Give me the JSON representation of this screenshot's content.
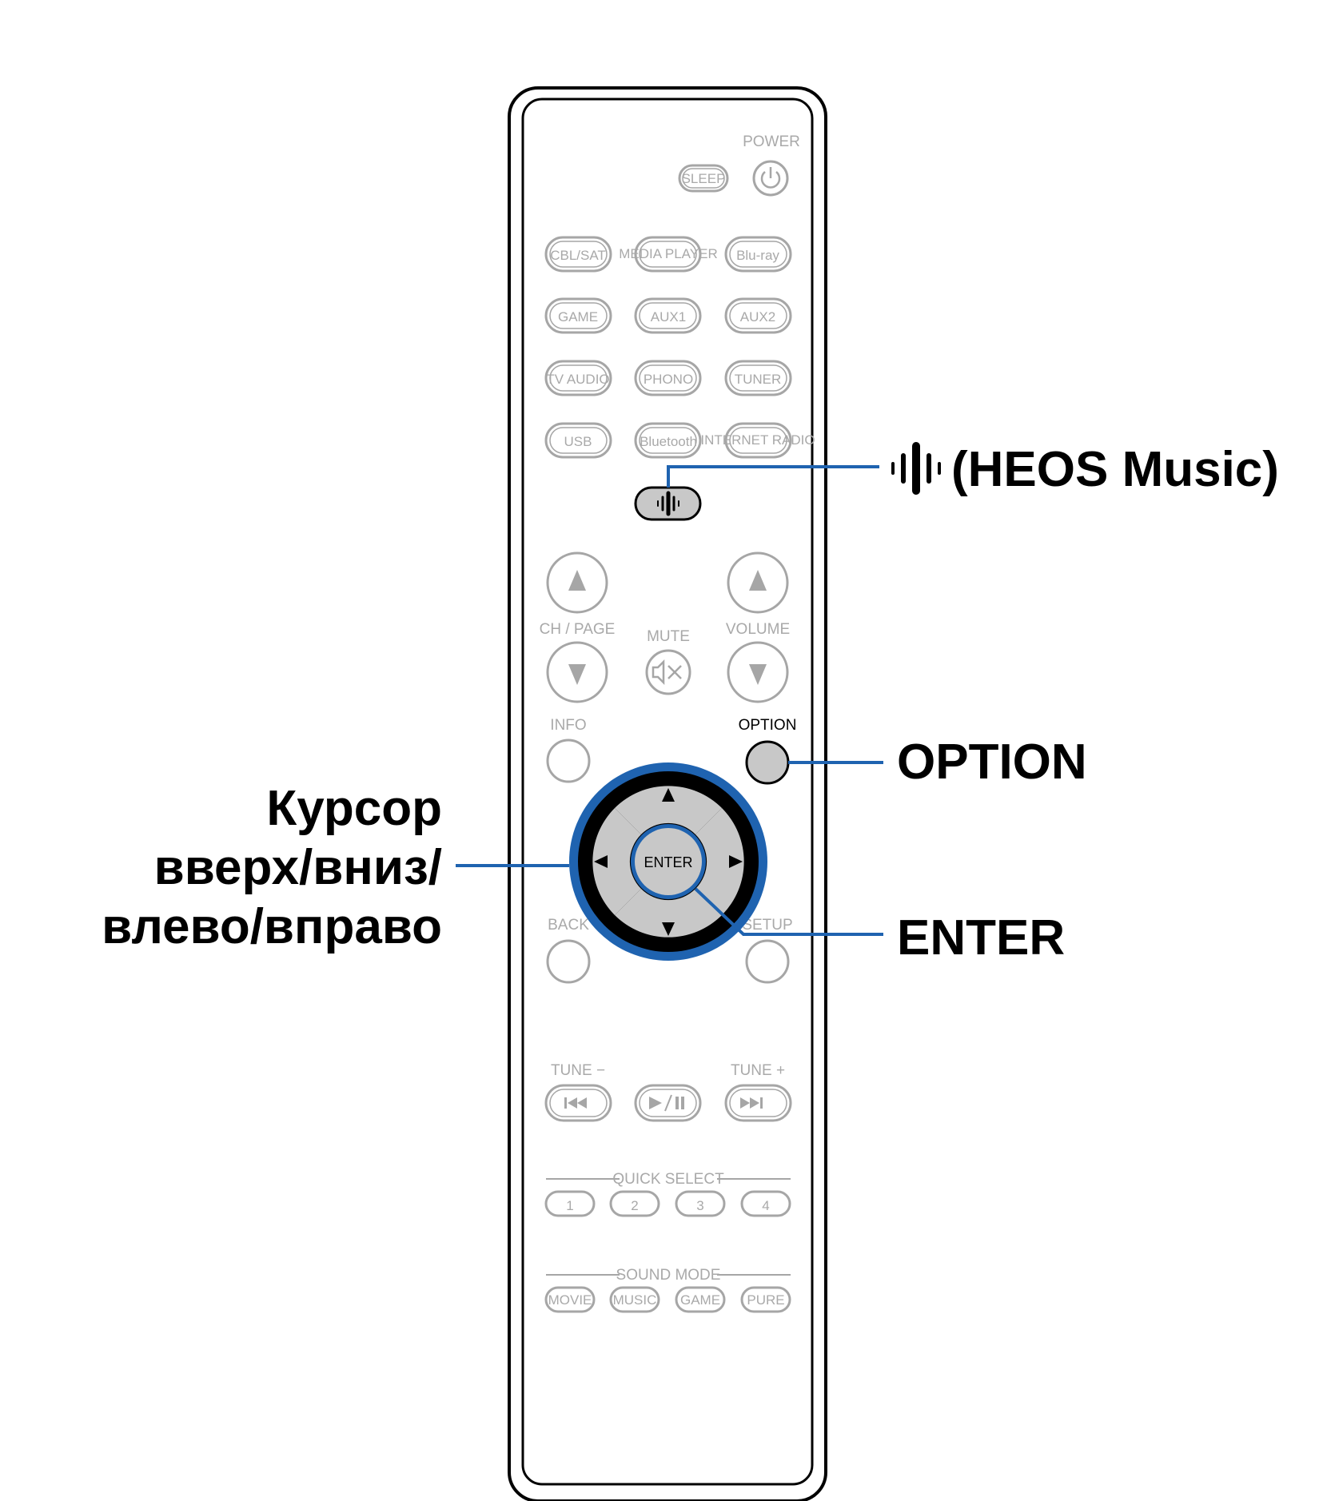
{
  "remote": {
    "power_label": "POWER",
    "sleep_label": "SLEEP",
    "source_buttons": [
      [
        "CBL/SAT",
        "MEDIA PLAYER",
        "Blu-ray"
      ],
      [
        "GAME",
        "AUX1",
        "AUX2"
      ],
      [
        "TV AUDIO",
        "PHONO",
        "TUNER"
      ],
      [
        "USB",
        "Bluetooth",
        "INTERNET RADIO"
      ]
    ],
    "ch_page_label": "CH / PAGE",
    "mute_label": "MUTE",
    "volume_label": "VOLUME",
    "info_label": "INFO",
    "option_label": "OPTION",
    "back_label": "BACK",
    "setup_label": "SETUP",
    "enter_label": "ENTER",
    "tune_minus_label": "TUNE −",
    "tune_plus_label": "TUNE +",
    "quick_select_label": "QUICK SELECT",
    "quick_select_buttons": [
      "1",
      "2",
      "3",
      "4"
    ],
    "sound_mode_label": "SOUND MODE",
    "sound_mode_buttons": [
      "MOVIE",
      "MUSIC",
      "GAME",
      "PURE"
    ]
  },
  "callouts": {
    "heos": "(HEOS Music)",
    "option": "OPTION",
    "enter": "ENTER",
    "cursor_line1": "Курсор",
    "cursor_line2": "вверх/вниз/",
    "cursor_line3": "влево/вправо"
  },
  "colors": {
    "highlight_blue": "#1f63b0",
    "highlight_gray": "#c8c8c8",
    "outline": "#000000",
    "faded": "#a6a6a6"
  }
}
